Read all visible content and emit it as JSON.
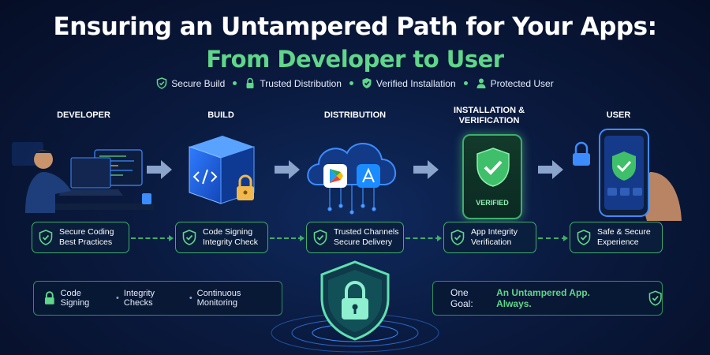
{
  "title": {
    "line1": "Ensuring an Untampered Path for Your Apps:",
    "line2": "From Developer to User"
  },
  "pillars": [
    "Secure Build",
    "Trusted Distribution",
    "Verified Installation",
    "Protected User"
  ],
  "stages": [
    {
      "label": "DEVELOPER",
      "card_line1": "Secure Coding",
      "card_line2": "Best Practices"
    },
    {
      "label": "BUILD",
      "card_line1": "Code Signing",
      "card_line2": "Integrity Check"
    },
    {
      "label": "DISTRIBUTION",
      "card_line1": "Trusted Channels",
      "card_line2": "Secure Delivery"
    },
    {
      "label_line1": "INSTALLATION &",
      "label_line2": "VERIFICATION",
      "card_line1": "App Integrity",
      "card_line2": "Verification"
    },
    {
      "label": "USER",
      "card_line1": "Safe & Secure",
      "card_line2": "Experience"
    }
  ],
  "phone_badge": "VERIFIED",
  "bottom_left": {
    "items": [
      "Code Signing",
      "Integrity Checks",
      "Continuous Monitoring"
    ],
    "separator": "•"
  },
  "bottom_right": {
    "prefix": "One Goal:",
    "highlight": "An Untampered App. Always."
  },
  "colors": {
    "accent_green": "#5fd68a",
    "card_border": "#3fae6a",
    "background": "#0a1a3f",
    "blue_glow": "#3d8cff"
  },
  "icons": [
    "shield-check-icon",
    "lock-icon",
    "user-icon",
    "code-icon",
    "play-store-icon",
    "app-store-icon"
  ]
}
